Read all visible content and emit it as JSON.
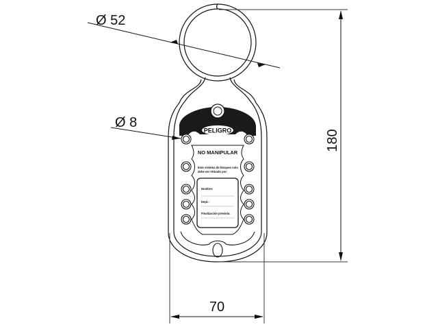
{
  "drawing": {
    "title": "Lockout hasp tag technical drawing",
    "dimensions": {
      "ring_diameter": "Ø 52",
      "hole_diameter": "Ø 8",
      "overall_height": "180",
      "overall_width": "70"
    },
    "tag": {
      "header_label": "PELIGRO",
      "warning_title": "NO MANIPULAR",
      "instruction_line1": "Este sistema de bloqueo solo",
      "instruction_line2": "debe ser retirado por:",
      "field_name": "Nombre:",
      "field_dept": "Dept.:",
      "field_completion": "Finalización prevista:"
    },
    "colors": {
      "line": "#111111",
      "header_fill": "#1a1a1a",
      "background": "#ffffff"
    }
  }
}
